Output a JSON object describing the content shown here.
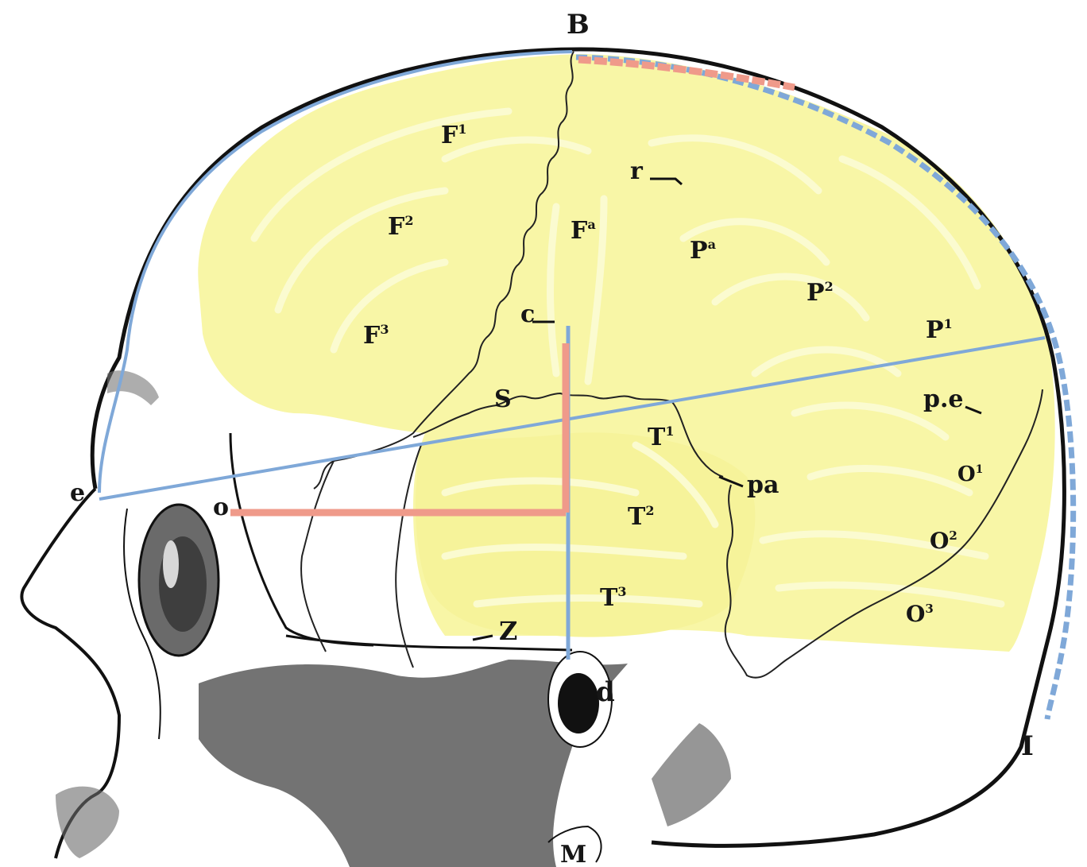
{
  "colors": {
    "brain_fill": "#f8f6a6",
    "gyri_lines": "#fbfbd0",
    "skull_outline": "#111111",
    "suture_line": "#222222",
    "blue_line": "#7fa8d8",
    "red_line": "#ef9a8a",
    "bone_shading": "#555555"
  },
  "labels": {
    "B": "B",
    "F1": {
      "base": "F",
      "sup": "1"
    },
    "F2": {
      "base": "F",
      "sup": "2"
    },
    "F3": {
      "base": "F",
      "sup": "3"
    },
    "Fa": {
      "base": "F",
      "sup": "a"
    },
    "r": "r",
    "Pa": {
      "base": "P",
      "sup": "a"
    },
    "P2": {
      "base": "P",
      "sup": "2"
    },
    "P1": {
      "base": "P",
      "sup": "1"
    },
    "c": "c",
    "pe": "p.e",
    "S": "S",
    "T1": {
      "base": "T",
      "sup": "1"
    },
    "pa": "pa",
    "T2": {
      "base": "T",
      "sup": "2"
    },
    "T3": {
      "base": "T",
      "sup": "3"
    },
    "O1": {
      "base": "O",
      "sup": "1"
    },
    "O2": {
      "base": "O",
      "sup": "2"
    },
    "O3": {
      "base": "O",
      "sup": "3"
    },
    "e": "e",
    "o": "o",
    "Z": "Z",
    "d": "d",
    "I": "I",
    "M": "M"
  }
}
